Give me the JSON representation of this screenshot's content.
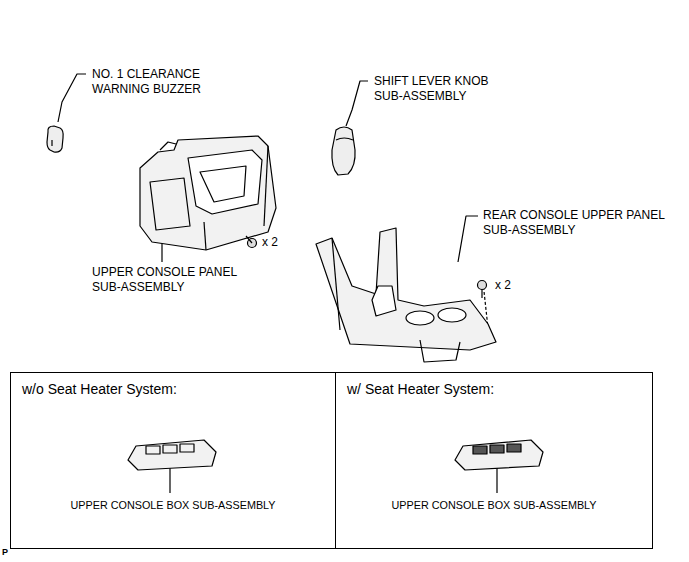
{
  "diagram": {
    "nodes": [
      {
        "text": [
          "w/o Seat Heater System:",
          "UPPER CONSOLE BOX SUB-ASSEMBLY"
        ]
      },
      {
        "text": [
          "w/ Seat Heater System:",
          "UPPER CONSOLE BOX SUB-ASSEMBLY"
        ]
      }
    ],
    "labels": [
      "NO. 1 CLEARANCE WARNING BUZZER",
      "SHIFT LEVER KNOB SUB-ASSEMBLY",
      "x 2",
      "UPPER CONSOLE PANEL SUB-ASSEMBLY",
      "REAR CONSOLE UPPER PANEL SUB-ASSEMBLY",
      "x 2",
      "P"
    ]
  }
}
